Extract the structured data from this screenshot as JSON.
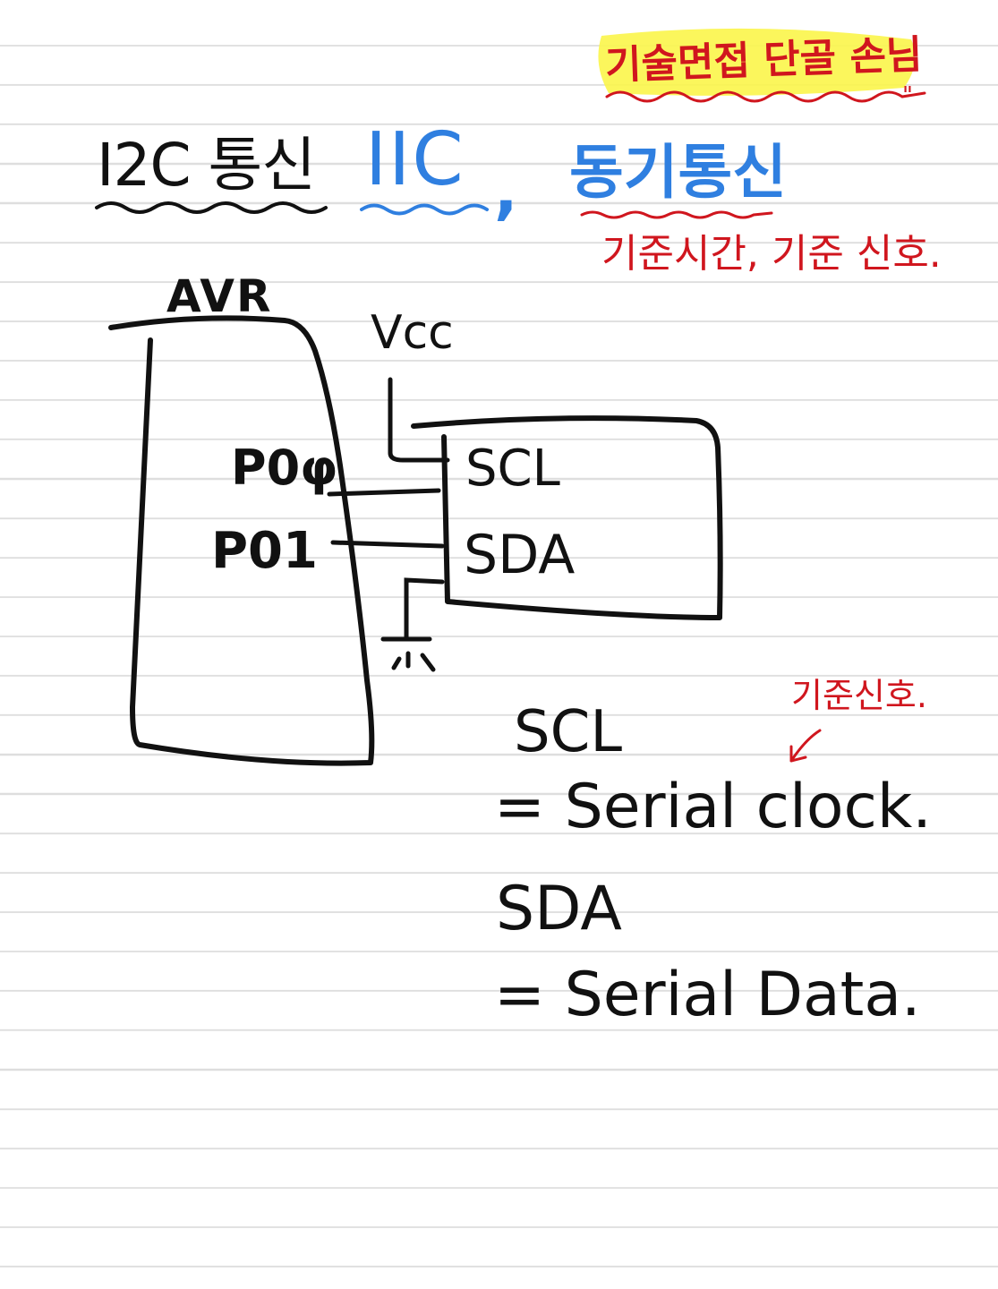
{
  "note": {
    "top_annotation": "기술면접 단골 손님",
    "top_annotation_mark": "\"",
    "title": "I2C 통신",
    "title_alt": "IIC",
    "title_comma": ",",
    "sync_label": "동기통신",
    "sync_definition": "기준시간, 기준 신호.",
    "mcu_label": "AVR",
    "vcc_label": "Vcc",
    "pin_0": "P0φ",
    "pin_1": "P01",
    "device_pin_scl": "SCL",
    "device_pin_sda": "SDA",
    "scl_heading": "SCL",
    "scl_meaning": "= Serial clock.",
    "clock_annotation": "기준신호.",
    "sda_heading": "SDA",
    "sda_meaning": "= Serial Data."
  },
  "colors": {
    "ink": "#111111",
    "red": "#d0161e",
    "blue": "#2f7fe0",
    "highlight": "#fbf54a",
    "rule_line": "#dedede"
  }
}
